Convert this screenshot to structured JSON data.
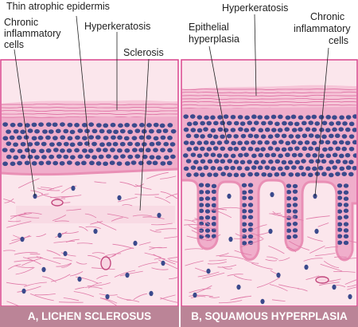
{
  "panel_a": {
    "labels": {
      "thin_epidermis": "Thin atrophic epidermis",
      "chronic_1": "Chronic",
      "chronic_2": "inflammatory",
      "chronic_3": "cells",
      "hyperkeratosis": "Hyperkeratosis",
      "sclerosis": "Sclerosis"
    },
    "caption": "A, LICHEN SCLEROSUS"
  },
  "panel_b": {
    "labels": {
      "hyperkeratosis": "Hyperkeratosis",
      "epithelial_1": "Epithelial",
      "epithelial_2": "hyperplasia",
      "chronic_1": "Chronic",
      "chronic_2": "inflammatory",
      "chronic_3": "cells"
    },
    "caption": "B, SQUAMOUS HYPERPLASIA"
  },
  "colors": {
    "frame": "#d9408a",
    "dermis": "#fbe6ec",
    "epidermis": "#f0aecb",
    "keratin": "#f6c6d8",
    "nucleus": "#3b4a8c",
    "basal_line": "#e98fb5",
    "caption_bg": "#bb8497"
  }
}
